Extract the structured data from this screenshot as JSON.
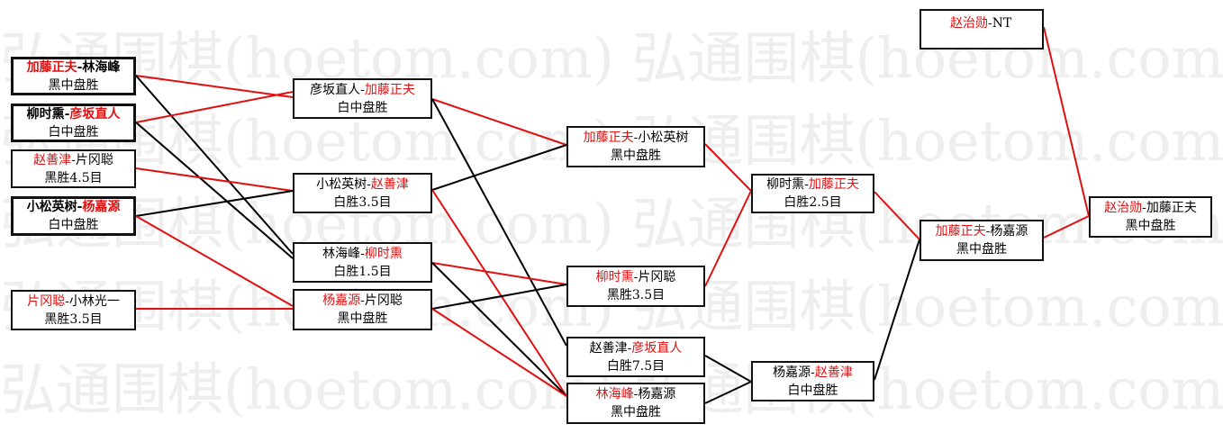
{
  "watermark": [
    "弘通围棋(hoetom.com) 弘通围棋(hoetom.com) 弘",
    "弘通围棋(hoetom.com) 弘通围棋(hoetom.com) 弘",
    "弘通围棋(hoetom.com) 弘通围棋(hoetom.com) 弘",
    "弘通围棋(hoetom.com) 弘通围棋(hoetom.com) 弘",
    "弘通围棋(hoetom.com) 弘通围棋(hoetom.com) 弘"
  ],
  "colors": {
    "winner": "#e01010",
    "loser_line": "#000000",
    "border": "#111111"
  },
  "matches": [
    {
      "id": "r1m1",
      "p1": "加藤正夫",
      "p2": "林海峰",
      "winner": 1,
      "result": "黑中盘胜",
      "bold": true
    },
    {
      "id": "r1m2",
      "p1": "柳时熏",
      "p2": "彦坂直人",
      "winner": 2,
      "result": "白中盘胜",
      "bold": true
    },
    {
      "id": "r1m3",
      "p1": "赵善津",
      "p2": "片冈聪",
      "winner": 1,
      "result": "黑胜4.5目"
    },
    {
      "id": "r1m4",
      "p1": "小松英树",
      "p2": "杨嘉源",
      "winner": 2,
      "result": "白中盘胜",
      "bold": true
    },
    {
      "id": "r1m5",
      "p1": "片冈聪",
      "p2": "小林光一",
      "winner": 1,
      "result": "黑胜3.5目"
    },
    {
      "id": "r2m1",
      "p1": "彦坂直人",
      "p2": "加藤正夫",
      "winner": 2,
      "result": "白中盘胜"
    },
    {
      "id": "r2m2",
      "p1": "小松英树",
      "p2": "赵善津",
      "winner": 2,
      "result": "白胜3.5目"
    },
    {
      "id": "r2m3",
      "p1": "林海峰",
      "p2": "柳时熏",
      "winner": 2,
      "result": "白胜1.5目"
    },
    {
      "id": "r2m4",
      "p1": "杨嘉源",
      "p2": "片冈聪",
      "winner": 1,
      "result": "黑中盘胜"
    },
    {
      "id": "r3m1",
      "p1": "加藤正夫",
      "p2": "小松英树",
      "winner": 1,
      "result": "黑中盘胜"
    },
    {
      "id": "r3m2",
      "p1": "柳时熏",
      "p2": "片冈聪",
      "winner": 1,
      "result": "黑胜3.5目"
    },
    {
      "id": "r3m3",
      "p1": "赵善津",
      "p2": "彦坂直人",
      "winner": 2,
      "result": "白胜7.5目"
    },
    {
      "id": "r3m4",
      "p1": "林海峰",
      "p2": "杨嘉源",
      "winner": 1,
      "result": "黑中盘胜"
    },
    {
      "id": "r4m1",
      "p1": "柳时熏",
      "p2": "加藤正夫",
      "winner": 2,
      "result": "白胜2.5目"
    },
    {
      "id": "r4m2",
      "p1": "杨嘉源",
      "p2": "赵善津",
      "winner": 2,
      "result": "白中盘胜"
    },
    {
      "id": "r5m1",
      "p1": "加藤正夫",
      "p2": "杨嘉源",
      "winner": 1,
      "result": "黑中盘胜"
    },
    {
      "id": "r5top",
      "p1": "赵治勋",
      "p2": "NT",
      "winner": 1,
      "result": ""
    },
    {
      "id": "final",
      "p1": "赵治勋",
      "p2": "加藤正夫",
      "winner": 1,
      "result": "黑中盘胜"
    }
  ]
}
